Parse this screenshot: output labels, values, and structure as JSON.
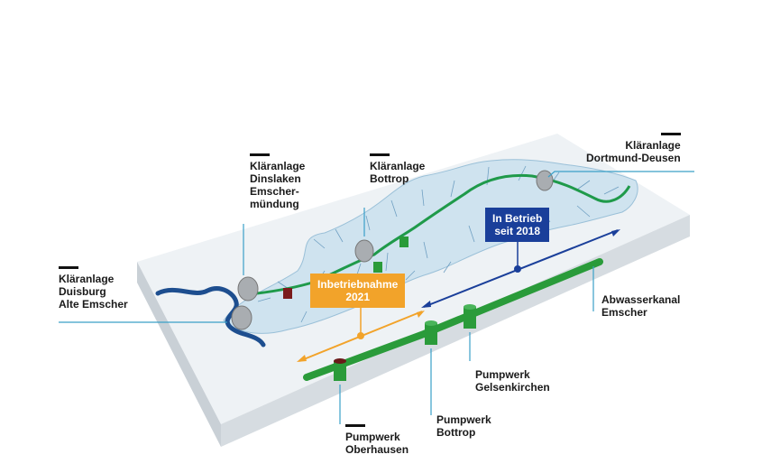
{
  "colors": {
    "river": "#1f9a4a",
    "water": "#1d4e8f",
    "canal": "#2a9b3a",
    "orange": "#f2a32a",
    "blue": "#1a3f9a",
    "callout": "#3aa0c8",
    "basin": "#cfe3ef"
  },
  "labels": {
    "dortmund": [
      "Kläranlage",
      "Dortmund-Deusen"
    ],
    "bottrop_plant": [
      "Kläranlage",
      "Bottrop"
    ],
    "dinslaken": [
      "Kläranlage",
      "Dinslaken",
      "Emscher-",
      "mündung"
    ],
    "duisburg": [
      "Kläranlage",
      "Duisburg",
      "Alte Emscher"
    ],
    "canal": [
      "Abwasserkanal",
      "Emscher"
    ],
    "pw_gelsenkirchen": [
      "Pumpwerk",
      "Gelsenkirchen"
    ],
    "pw_bottrop": [
      "Pumpwerk",
      "Bottrop"
    ],
    "pw_oberhausen": [
      "Pumpwerk",
      "Oberhausen"
    ]
  },
  "badges": {
    "in_betrieb": [
      "In Betrieb",
      "seit 2018"
    ],
    "inbetriebnahme": [
      "Inbetriebnahme",
      "2021"
    ]
  }
}
